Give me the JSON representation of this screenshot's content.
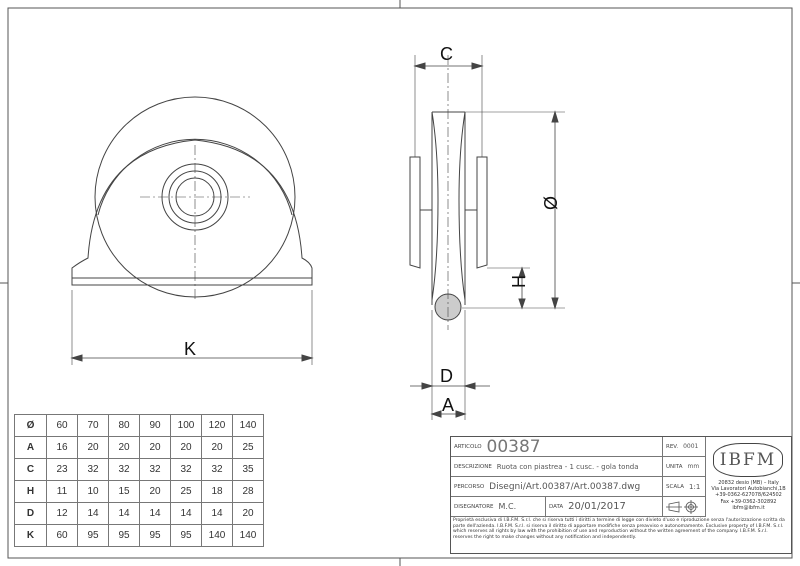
{
  "dimension_labels": {
    "C": "C",
    "diameter": "Ø",
    "H": "H",
    "D": "D",
    "A": "A",
    "K": "K"
  },
  "table": {
    "rows": [
      {
        "label": "Ø",
        "values": [
          "60",
          "70",
          "80",
          "90",
          "100",
          "120",
          "140"
        ]
      },
      {
        "label": "A",
        "values": [
          "16",
          "20",
          "20",
          "20",
          "20",
          "20",
          "25"
        ]
      },
      {
        "label": "C",
        "values": [
          "23",
          "32",
          "32",
          "32",
          "32",
          "32",
          "35"
        ]
      },
      {
        "label": "H",
        "values": [
          "11",
          "10",
          "15",
          "20",
          "25",
          "18",
          "28"
        ]
      },
      {
        "label": "D",
        "values": [
          "12",
          "14",
          "14",
          "14",
          "14",
          "14",
          "20"
        ]
      },
      {
        "label": "K",
        "values": [
          "60",
          "95",
          "95",
          "95",
          "95",
          "140",
          "140"
        ]
      }
    ]
  },
  "title_block": {
    "articolo_label": "ARTICOLO",
    "articolo": "00387",
    "rev_label": "REV.",
    "rev": "0001",
    "descrizione_label": "DESCRIZIONE",
    "descrizione": "Ruota con piastrea - 1 cusc. - gola tonda",
    "unita_label": "UNITA",
    "unita": "mm",
    "percorso_label": "PERCORSO",
    "percorso": "Disegni/Art.00387/Art.00387.dwg",
    "scala_label": "SCALA",
    "scala": "1:1",
    "disegnatore_label": "DISEGNATORE",
    "disegnatore": "M.C.",
    "data_label": "DATA",
    "data": "20/01/2017",
    "logo": "IBFM",
    "address": [
      "20832 desio (MB) – Italy",
      "Via Lavoratori Autobianchi,1B",
      "+39-0362-627078/624502",
      "Fax +39-0362-302892",
      "ibfm@ibfm.it"
    ],
    "disclaimer": "Proprietà esclusiva di I.B.F.M. S.r.l. che si riserva tutti i diritti a termine di legge con divieto d'uso e riproduzione senza l'autorizzazione scritta da parte dell'azienda. I.B.F.M. S.r.l. si riserva il diritto di apportare modifiche senza preavviso e autonomamente. Exclusive property of I.B.F.M. S.r.l. which reserves all rights by law with the prohibition of use and reproduction without the written agreement of the company. I.B.F.M. S.r.l. reserves the right to make changes without any notification and independently."
  }
}
